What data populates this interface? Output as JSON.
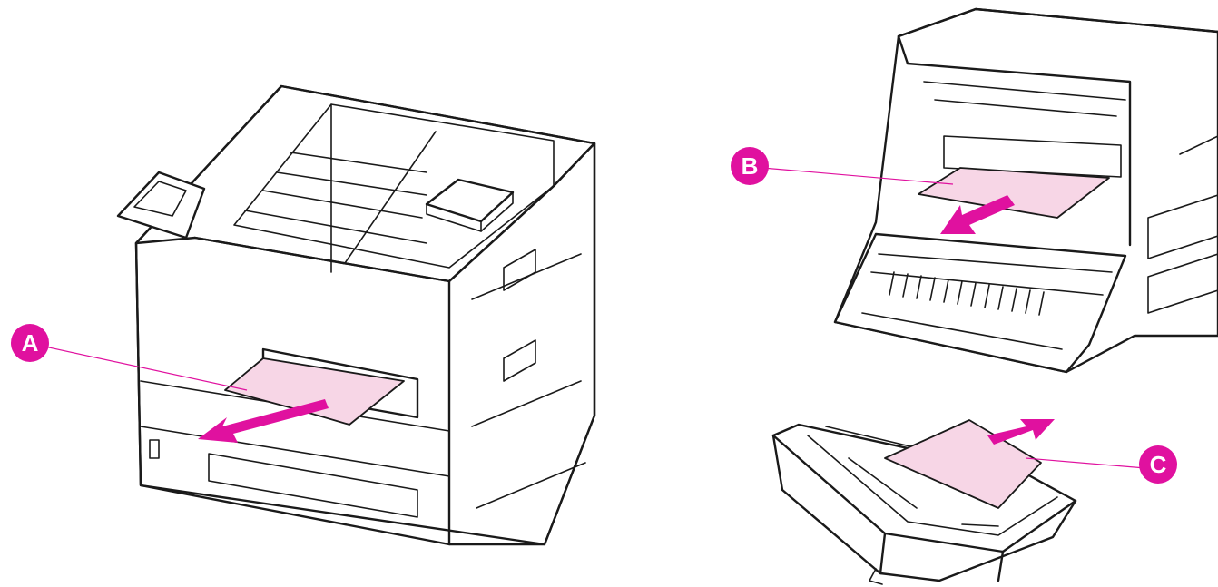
{
  "callouts": [
    {
      "id": "A",
      "label": "A"
    },
    {
      "id": "B",
      "label": "B"
    },
    {
      "id": "C",
      "label": "C"
    }
  ],
  "colors": {
    "accent": "#e0119f",
    "arrow": "#e0119f",
    "paper": "#f7d6e6",
    "line": "#1a1a1a",
    "background": "#ffffff"
  }
}
